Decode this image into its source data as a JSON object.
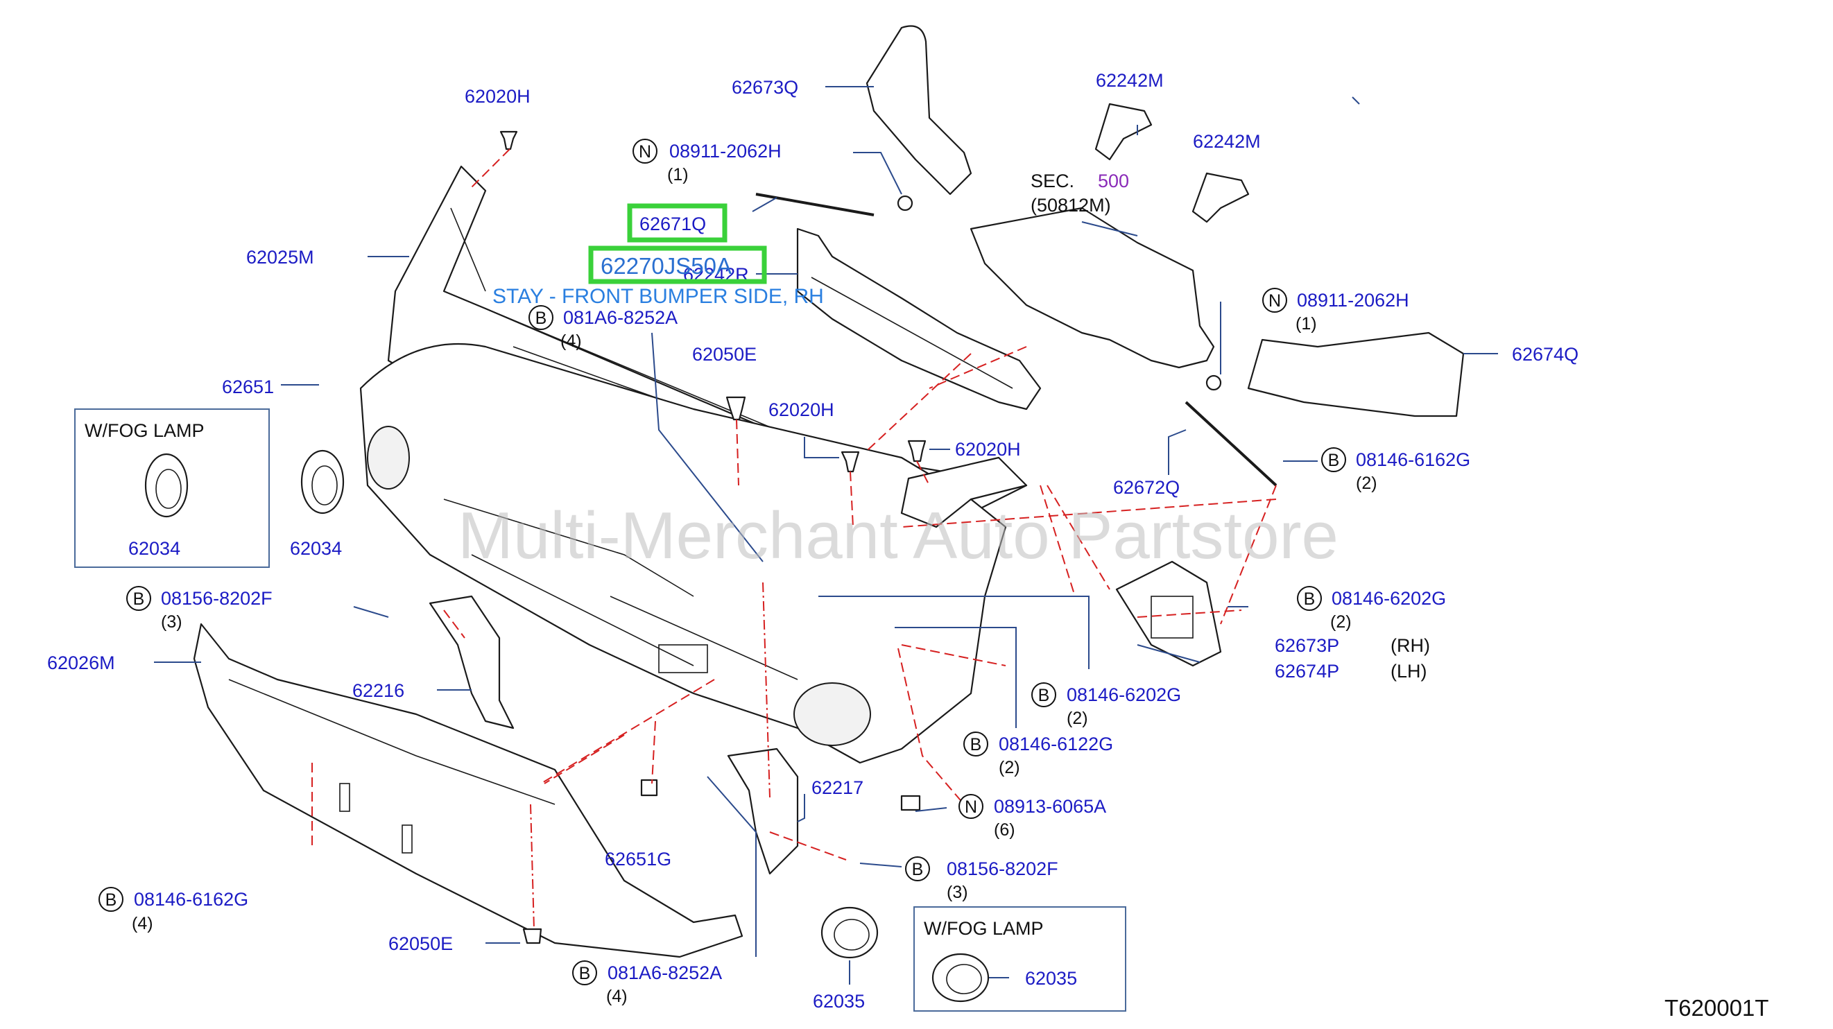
{
  "watermark": "Multi-Merchant Auto Partstore",
  "diagram_ref": "T620001T",
  "selected": {
    "part_number": "62270JS50A",
    "description": "STAY - FRONT BUMPER SIDE, RH",
    "hidden_label": "62242R"
  },
  "highlight_label": "62671Q",
  "note_box_1": {
    "title": "W/FOG   LAMP",
    "part": "62034"
  },
  "note_box_2": {
    "title": "W/FOG   LAMP",
    "part": "62035"
  },
  "sec_ref": {
    "prefix": "SEC.",
    "number": "500",
    "part": "(50812M)"
  },
  "circle_letters": {
    "n": "N",
    "b": "B"
  },
  "labels": {
    "p62020h_top": "62020H",
    "p62673q": "62673Q",
    "p62242m_a": "62242M",
    "p62242m_b": "62242M",
    "p08911_a": "08911-2062H",
    "p08911_a_qty": "(1)",
    "p62025m": "62025M",
    "p081a6_a": "081A6-8252A",
    "p081a6_a_qty": "(4)",
    "p08911_b": "08911-2062H",
    "p08911_b_qty": "(1)",
    "p62674q": "62674Q",
    "p62651": "62651",
    "p62050e_top": "62050E",
    "p62020h_mid": "62020H",
    "p62020h_right": "62020H",
    "p08146_6162g_a": "08146-6162G",
    "p08146_6162g_a_qty": "(2)",
    "p62672q": "62672Q",
    "p62034": "62034",
    "p08156_a": "08156-8202F",
    "p08156_a_qty": "(3)",
    "p08146_6202g_a": "08146-6202G",
    "p08146_6202g_a_qty": "(2)",
    "p62026m": "62026M",
    "p62673p": "62673P",
    "p62673p_side": "(RH)",
    "p62674p": "62674P",
    "p62674p_side": "(LH)",
    "p62216": "62216",
    "p08146_6202g_b": "08146-6202G",
    "p08146_6202g_b_qty": "(2)",
    "p08146_6122g": "08146-6122G",
    "p08146_6122g_qty": "(2)",
    "p62217": "62217",
    "p08913": "08913-6065A",
    "p08913_qty": "(6)",
    "p62651g": "62651G",
    "p08156_b": "08156-8202F",
    "p08156_b_qty": "(3)",
    "p08146_6162g_b": "08146-6162G",
    "p08146_6162g_b_qty": "(4)",
    "p62050e_bottom": "62050E",
    "p081a6_b": "081A6-8252A",
    "p081a6_b_qty": "(4)",
    "p62035": "62035"
  },
  "colors": {
    "label": "#1b1bc4",
    "highlight": "#3ad13a",
    "selected_text": "#2a6fd0",
    "dashed_guides": "#d62020",
    "sec_number": "#8a2bb8"
  }
}
